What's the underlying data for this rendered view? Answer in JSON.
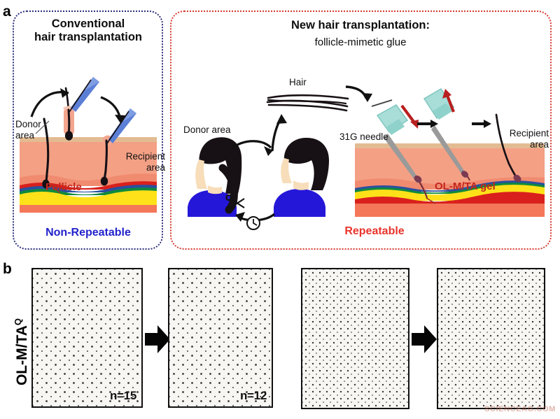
{
  "figure": {
    "panel_a_letter": "a",
    "panel_b_letter": "b"
  },
  "panel_a": {
    "conventional": {
      "title_line1": "Conventional",
      "title_line2": "hair transplantation",
      "verdict": "Non-Repeatable",
      "verdict_color": "#2222cc",
      "border_color": "#2b2f7a",
      "labels": {
        "donor_line1": "Donor",
        "donor_line2": "area",
        "recipient_line1": "Recipient",
        "recipient_line2": "area",
        "follicle": "Follicle"
      }
    },
    "new_method": {
      "title_main": "New hair transplantation:",
      "title_sub": "follicle-mimetic glue",
      "verdict": "Repeatable",
      "verdict_color": "#e8342b",
      "border_color": "#d6392f",
      "labels": {
        "donor_area": "Donor area",
        "hair": "Hair",
        "needle": "31G needle",
        "gel": "OL-M/TA gel",
        "recipient_line1": "Recipient",
        "recipient_line2": "area"
      },
      "icons": {
        "scissors": "scissors-icon",
        "clock": "clock-icon"
      }
    }
  },
  "panel_b": {
    "row_label_prefix": "OL-M/TA",
    "row_label_superscript": "Q",
    "photos": [
      {
        "name": "mouse-with-transplanted-hairs-before",
        "count_label": "n=15",
        "caption": ""
      },
      {
        "name": "mouse-with-transplanted-hairs-after",
        "count_label": "n=12",
        "caption": ""
      },
      {
        "name": "gloved-hand-pulling-skin-start",
        "count_label": "",
        "caption": ""
      },
      {
        "name": "gloved-hand-pulling-skin-lifted",
        "count_label": "",
        "caption": ""
      }
    ],
    "arrows": [
      "block-arrow-right",
      "block-arrow-right"
    ],
    "watermark": "SCIENCEAG.COM"
  },
  "colors": {
    "epidermis": "#e3bb92",
    "dermis_light": "#f4a085",
    "dermis_mid": "#f08b70",
    "hypodermis": "#f4775a",
    "fat": "#ffe11a",
    "vessel_red": "#d9201c",
    "vessel_green": "#0f8a3c",
    "vessel_blue": "#2b4fa0",
    "needle_body": "#a8ddd8",
    "arrow_red": "#b81f1f",
    "shirt_blue": "#2517d8",
    "hair_black": "#171014",
    "skin_face": "#f7ddb9",
    "glove_blue": "#5b63c9"
  }
}
